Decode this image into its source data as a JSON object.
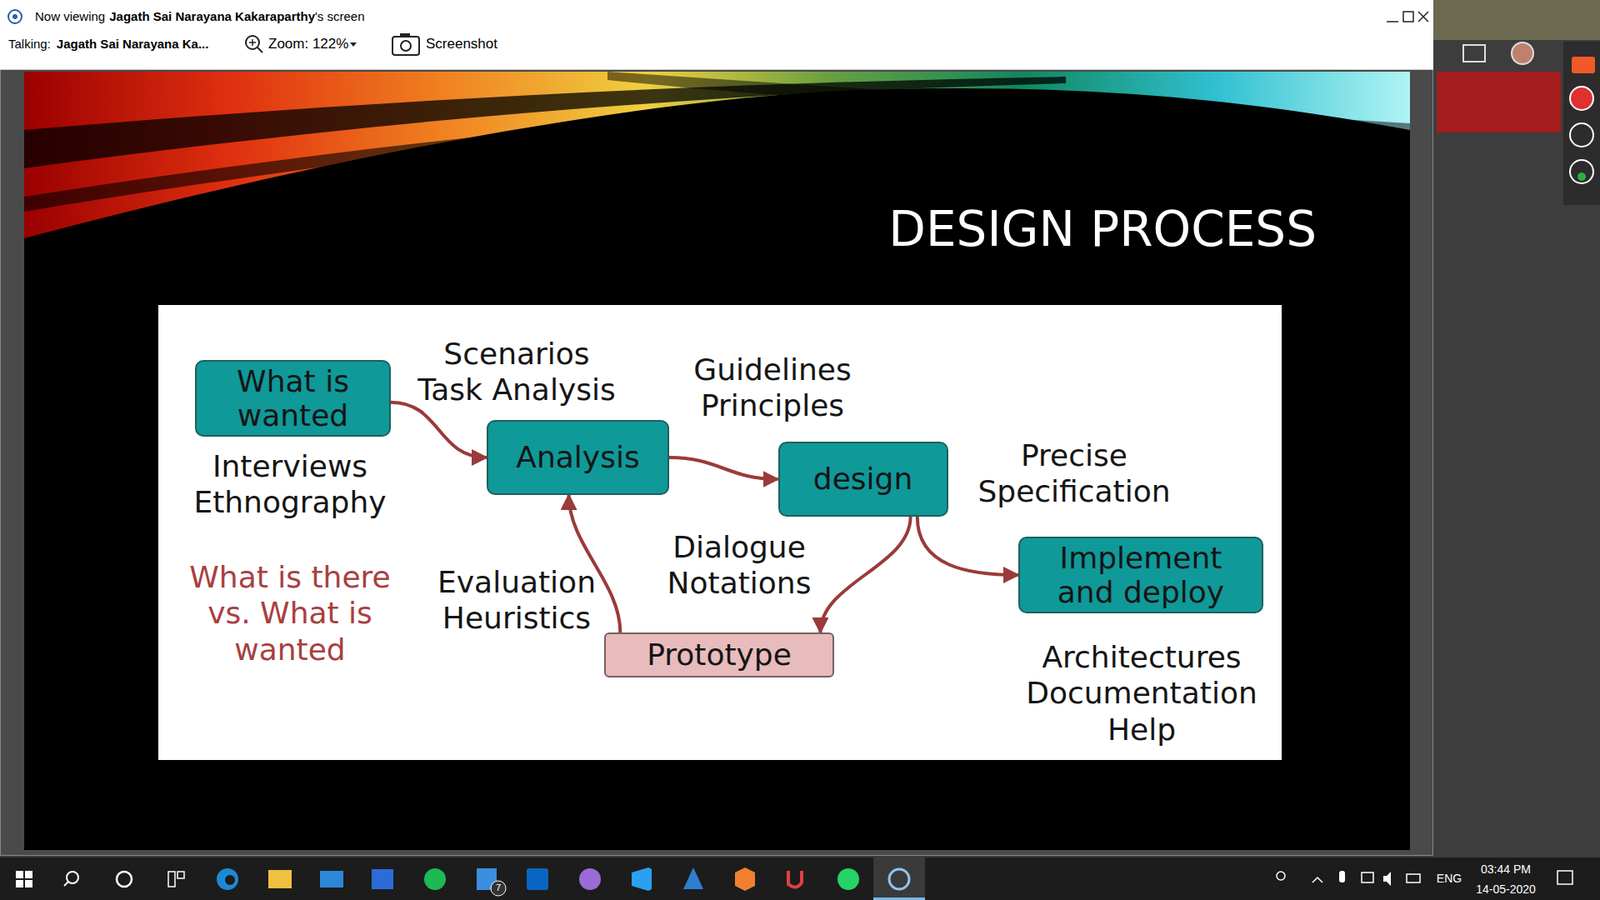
{
  "diagram": {
    "title": "DESIGN PROCESS",
    "nodes": [
      {
        "text": [
          "What is wanted"
        ]
      },
      {
        "text": [
          "Analysis"
        ]
      },
      {
        "text": [
          "design"
        ]
      },
      {
        "text": [
          "Implement and deploy"
        ]
      },
      {
        "text": [
          "Prototype"
        ]
      }
    ],
    "edges": [
      {
        "from": 0,
        "to": 1,
        "arrow": "to"
      },
      {
        "from": 1,
        "to": 2,
        "arrow": "to"
      },
      {
        "from": 2,
        "to": 3,
        "arrow": "to"
      },
      {
        "from": 2,
        "to": 4,
        "arrow": "to"
      },
      {
        "from": 4,
        "to": 1,
        "arrow": "to"
      }
    ],
    "labels": [
      "Now viewing",
      "Jagath Sai Narayana Kakaraparthy",
      "'s screen",
      "Talking:",
      "Jagath Sai Narayana Ka...",
      "Zoom: 122%",
      "Screenshot",
      "Scenarios Task Analysis",
      "Guidelines Principles",
      "Interviews Ethnography",
      "Precise Specification",
      "Dialogue Notations",
      "Evaluation Heuristics",
      "What is there vs. What is wanted",
      "Architectures Documentation Help",
      "7",
      "ENG",
      "03:44 PM",
      "14-05-2020"
    ]
  }
}
